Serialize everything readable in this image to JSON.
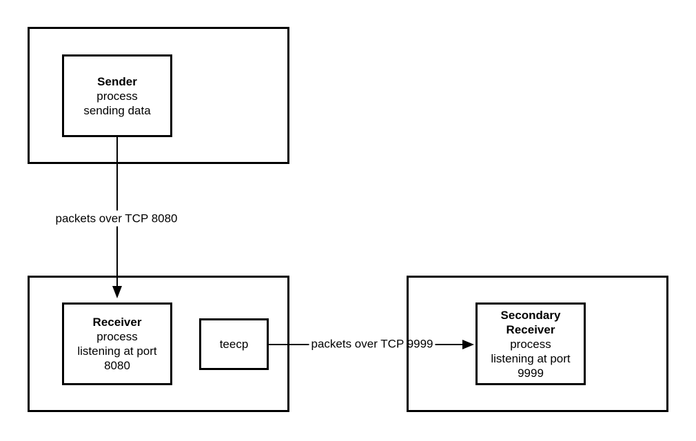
{
  "diagram": {
    "colors": {
      "stroke": "#000000",
      "background": "#ffffff",
      "text": "#000000"
    },
    "nodes": {
      "sender": {
        "title": "Sender",
        "body": "process\nsending data"
      },
      "receiver": {
        "title": "Receiver",
        "body": "process\nlistening at port\n8080"
      },
      "teecp": {
        "label": "teecp"
      },
      "secondary_receiver": {
        "title": "Secondary Receiver",
        "body": "process\nlistening at port\n9999"
      }
    },
    "edges": {
      "tcp_8080": {
        "label": "packets over TCP 8080"
      },
      "tcp_9999": {
        "label": "packets over TCP 9999"
      }
    }
  }
}
